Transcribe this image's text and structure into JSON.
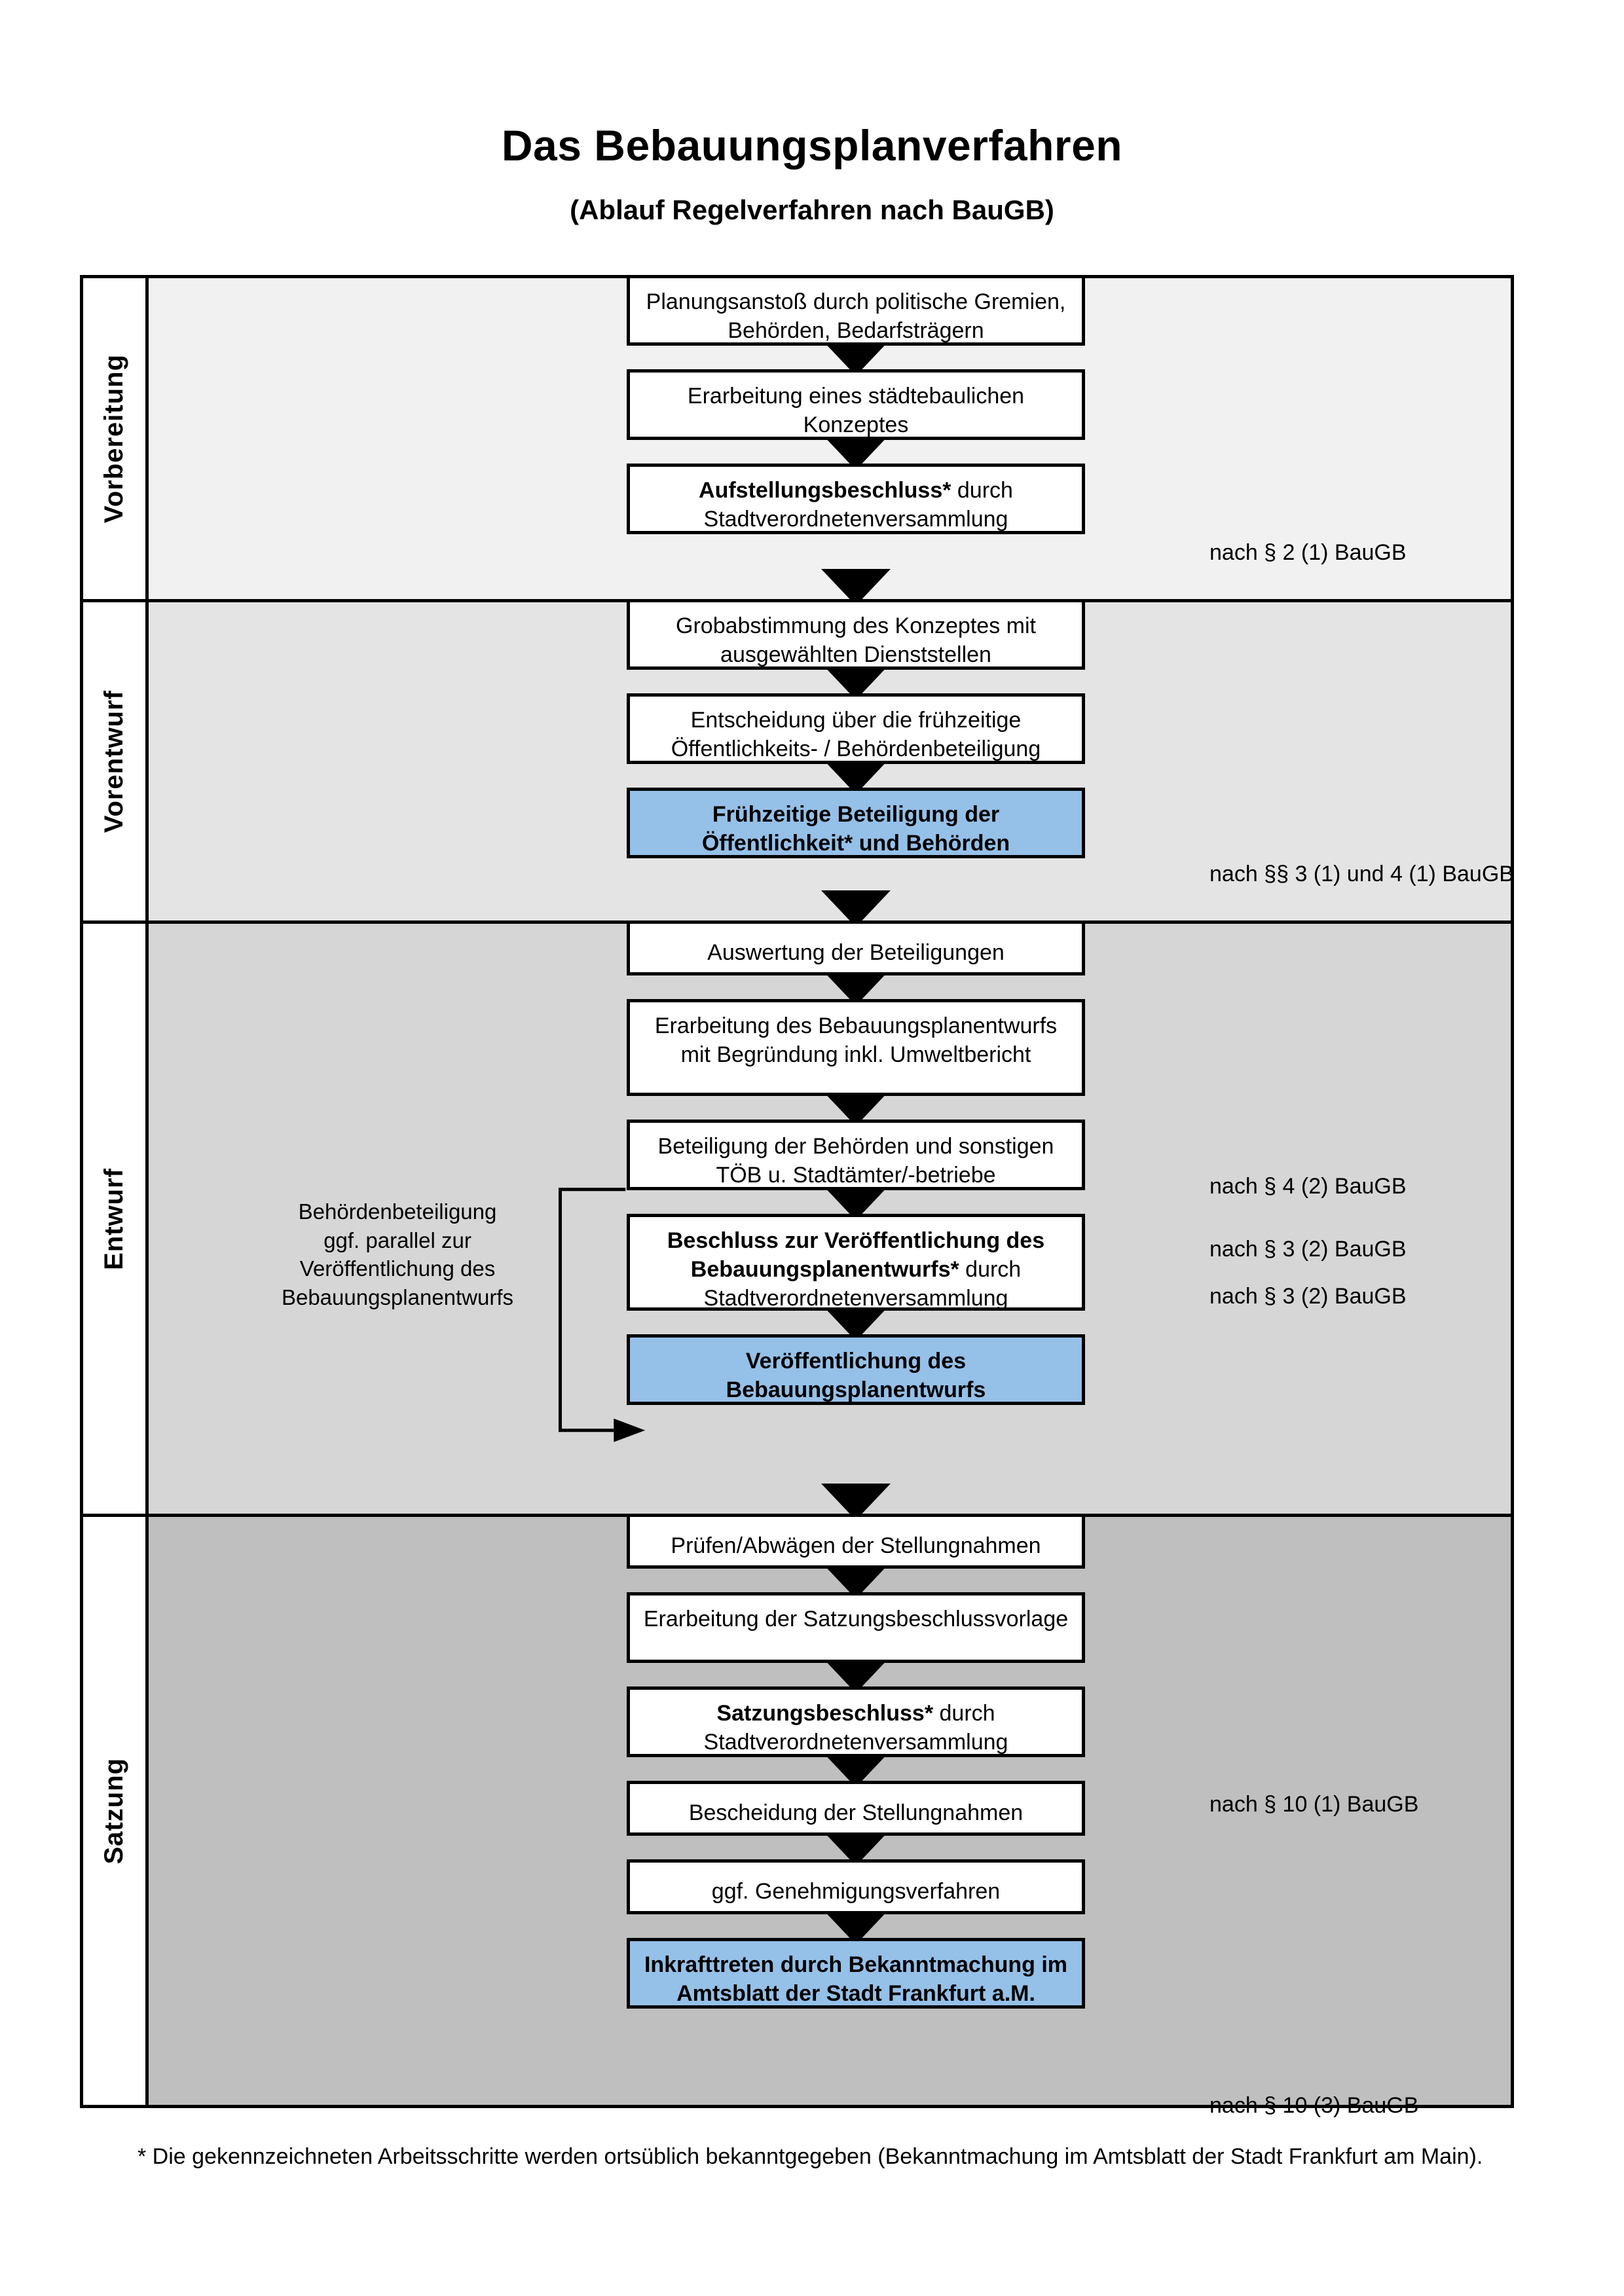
{
  "title": "Das Bebauungsplanverfahren",
  "subtitle": "(Ablauf Regelverfahren nach BauGB)",
  "phases": [
    {
      "label": "Vorbereitung",
      "band_color": "#F1F1F1"
    },
    {
      "label": "Vorentwurf",
      "band_color": "#E4E4E4"
    },
    {
      "label": "Entwurf",
      "band_color": "#D6D6D6"
    },
    {
      "label": "Satzung",
      "band_color": "#BFBFBF"
    }
  ],
  "nodes": {
    "n1": "Planungsanstoß durch politische Gremien, Behörden, Bedarfsträgern",
    "n2": "Erarbeitung eines städtebaulichen Konzeptes",
    "n3_bold": "Aufstellungsbeschluss*",
    "n3_rest": " durch Stadtverordnetenversammlung",
    "n4": "Grobabstimmung des Konzeptes mit ausgewählten Dienststellen",
    "n5": "Entscheidung über die frühzeitige Öffentlichkeits- / Behördenbeteiligung",
    "n6": "Frühzeitige Beteiligung der Öffentlichkeit* und Behörden",
    "n7": "Auswertung der Beteiligungen",
    "n8": "Erarbeitung des Bebauungsplanentwurfs mit Begründung inkl. Umweltbericht",
    "n9": "Beteiligung der Behörden und sonstigen TÖB u. Stadtämter/-betriebe",
    "n10_bold": "Beschluss zur Veröffentlichung des Bebauungsplanentwurfs*",
    "n10_rest": " durch Stadtverordnetenversammlung",
    "n11": "Veröffentlichung des Bebauungsplanentwurfs",
    "n12": "Prüfen/Abwägen der Stellungnahmen",
    "n13": "Erarbeitung der Satzungsbeschlussvorlage",
    "n14_bold": "Satzungsbeschluss*",
    "n14_rest": " durch Stadtverordnetenversammlung",
    "n15": "Bescheidung der Stellungnahmen",
    "n16": "ggf. Genehmigungsverfahren",
    "n17_bold": "Inkrafttreten",
    "n17_rest": " durch Bekanntmachung im Amtsblatt der Stadt Frankfurt a.M."
  },
  "law_notes": {
    "l1": "nach § 2 (1) BauGB",
    "l2": "nach §§ 3 (1) und 4 (1) BauGB",
    "l3": "nach § 4 (2) BauGB",
    "l4": "nach § 3 (2) BauGB",
    "l5": "nach § 3 (2) BauGB",
    "l6": "nach § 10 (1) BauGB",
    "l7": "nach § 10 (3) BauGB"
  },
  "side_note": "Behördenbeteiligung\nggf. parallel zur\nVeröffentlichung des\nBebauungsplanentwurfs",
  "footnote": "* Die gekennzeichneten Arbeitsschritte werden ortsüblich bekanntgegeben (Bekanntmachung im Amtsblatt  der Stadt Frankfurt am Main).",
  "colors": {
    "highlight_blue": "#95C0E8",
    "border_black": "#000000"
  }
}
